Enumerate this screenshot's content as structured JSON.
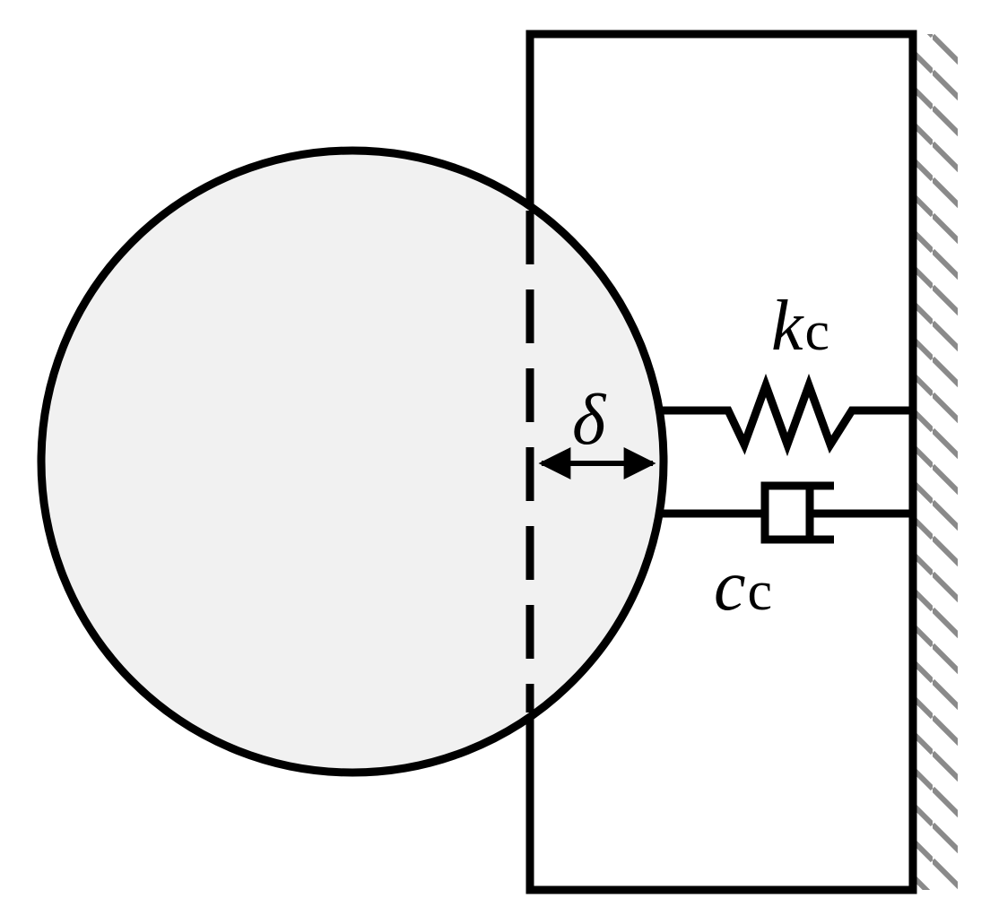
{
  "labels": {
    "stiffness_symbol": "k",
    "stiffness_subscript": "c",
    "damping_symbol": "c",
    "damping_subscript": "c",
    "penetration_symbol": "δ"
  },
  "colors": {
    "stroke": "#000000",
    "sphere_fill": "#f1f1f1",
    "background": "#ffffff",
    "hatch": "#8a8a8a"
  }
}
